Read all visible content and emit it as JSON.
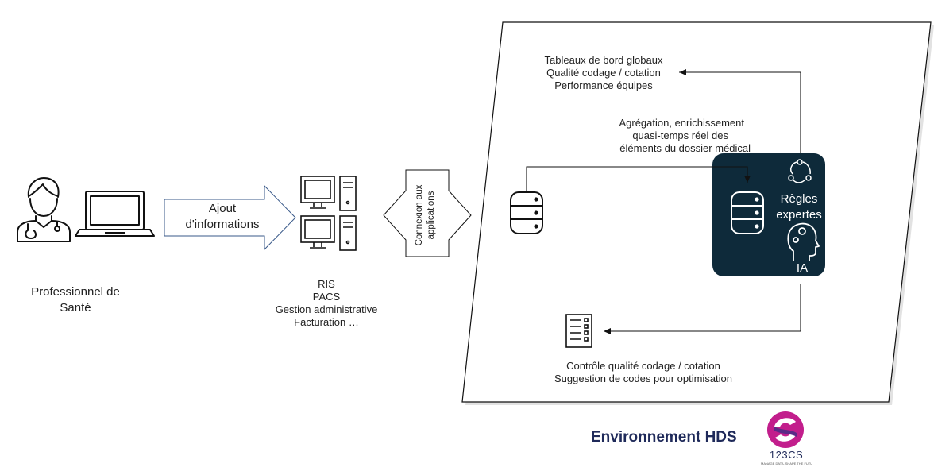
{
  "professional": {
    "label_line1": "Professionnel de",
    "label_line2": "Santé"
  },
  "arrow_info": {
    "line1": "Ajout",
    "line2": "d'informations"
  },
  "systems": {
    "lines": [
      "RIS",
      "PACS",
      "Gestion administrative",
      "Facturation …"
    ]
  },
  "connection": {
    "line1": "Connexion aux",
    "line2": "applications"
  },
  "dashboards": {
    "lines": [
      "Tableaux de bord globaux",
      "Qualité codage / cotation",
      "Performance équipes"
    ]
  },
  "aggregation": {
    "lines": [
      "Agrégation, enrichissement",
      "quasi-temps réel des",
      "éléments du dossier médical"
    ]
  },
  "engine": {
    "rules_line1": "Règles",
    "rules_line2": "expertes",
    "ai": "IA",
    "bg_color": "#0e2a3a"
  },
  "quality_control": {
    "lines": [
      "Contrôle qualité codage / cotation",
      "Suggestion de codes pour optimisation"
    ]
  },
  "environment": {
    "label": "Environnement HDS"
  },
  "logo": {
    "text": "123CS",
    "tagline": "MANAGE DATA, SHAPE THE FUTURE",
    "color_primary": "#c21e8c",
    "color_secondary": "#5b2a86"
  },
  "icons": {
    "doctor": "doctor-icon",
    "laptop": "laptop-icon",
    "computers": "computer-icon",
    "database": "database-icon",
    "checklist": "checklist-icon",
    "cycle": "cycle-icon",
    "ai_head": "ai-head-icon"
  }
}
